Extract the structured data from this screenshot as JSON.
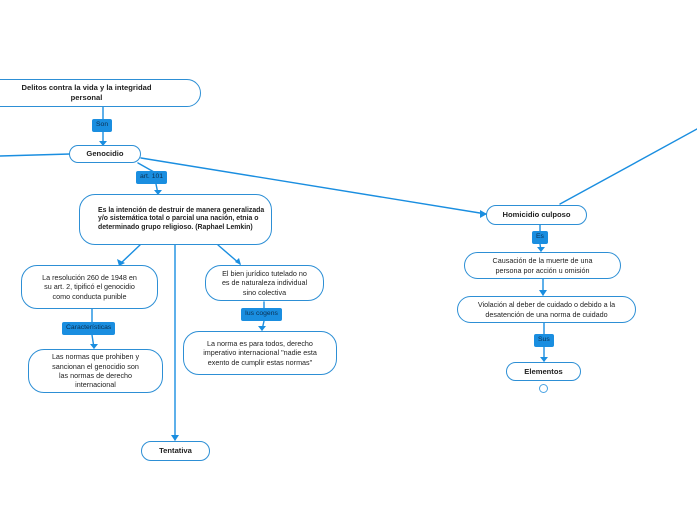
{
  "nodes": {
    "delitos": "Delitos contra la vida y la integridad personal",
    "genocidio": "Genocidio",
    "definicion": "Es la intención de destruir de manera generalizada y/o sistemática total o parcial una nación, etnia o determinado grupo religioso. (Raphael Lemkin)",
    "resolucion": "La resolución 260 de 1948 en su art. 2, tipificó el genocidio como conducta punible",
    "normas_prohiben": "Las normas que prohiben y sancionan el genocidio son las normas de derecho internacional",
    "bien_juridico": "El bien jurídico tutelado no es de naturaleza individual sino colectiva",
    "norma_todos": "La norma es para todos, derecho imperativo internacional \"nadie esta exento de cumplir estas normas\"",
    "tentativa": "Tentativa",
    "homicidio": "Homicidio culposo",
    "causacion": "Causación de la muerte de una persona por acción u omisión",
    "violacion": "Violación al deber de cuidado o debido a la desatención de una norma de cuidado",
    "elementos": "Elementos"
  },
  "tags": {
    "son": "Son",
    "art101": "art. 101",
    "caracteristicas": "Características",
    "ius_cogens": "Ius cogens",
    "es": "Es",
    "sus": "Sus"
  },
  "colors": {
    "line": "#1a8ee0",
    "node_border": "#2d8fd5",
    "tag_bg": "#1a8ee0"
  }
}
